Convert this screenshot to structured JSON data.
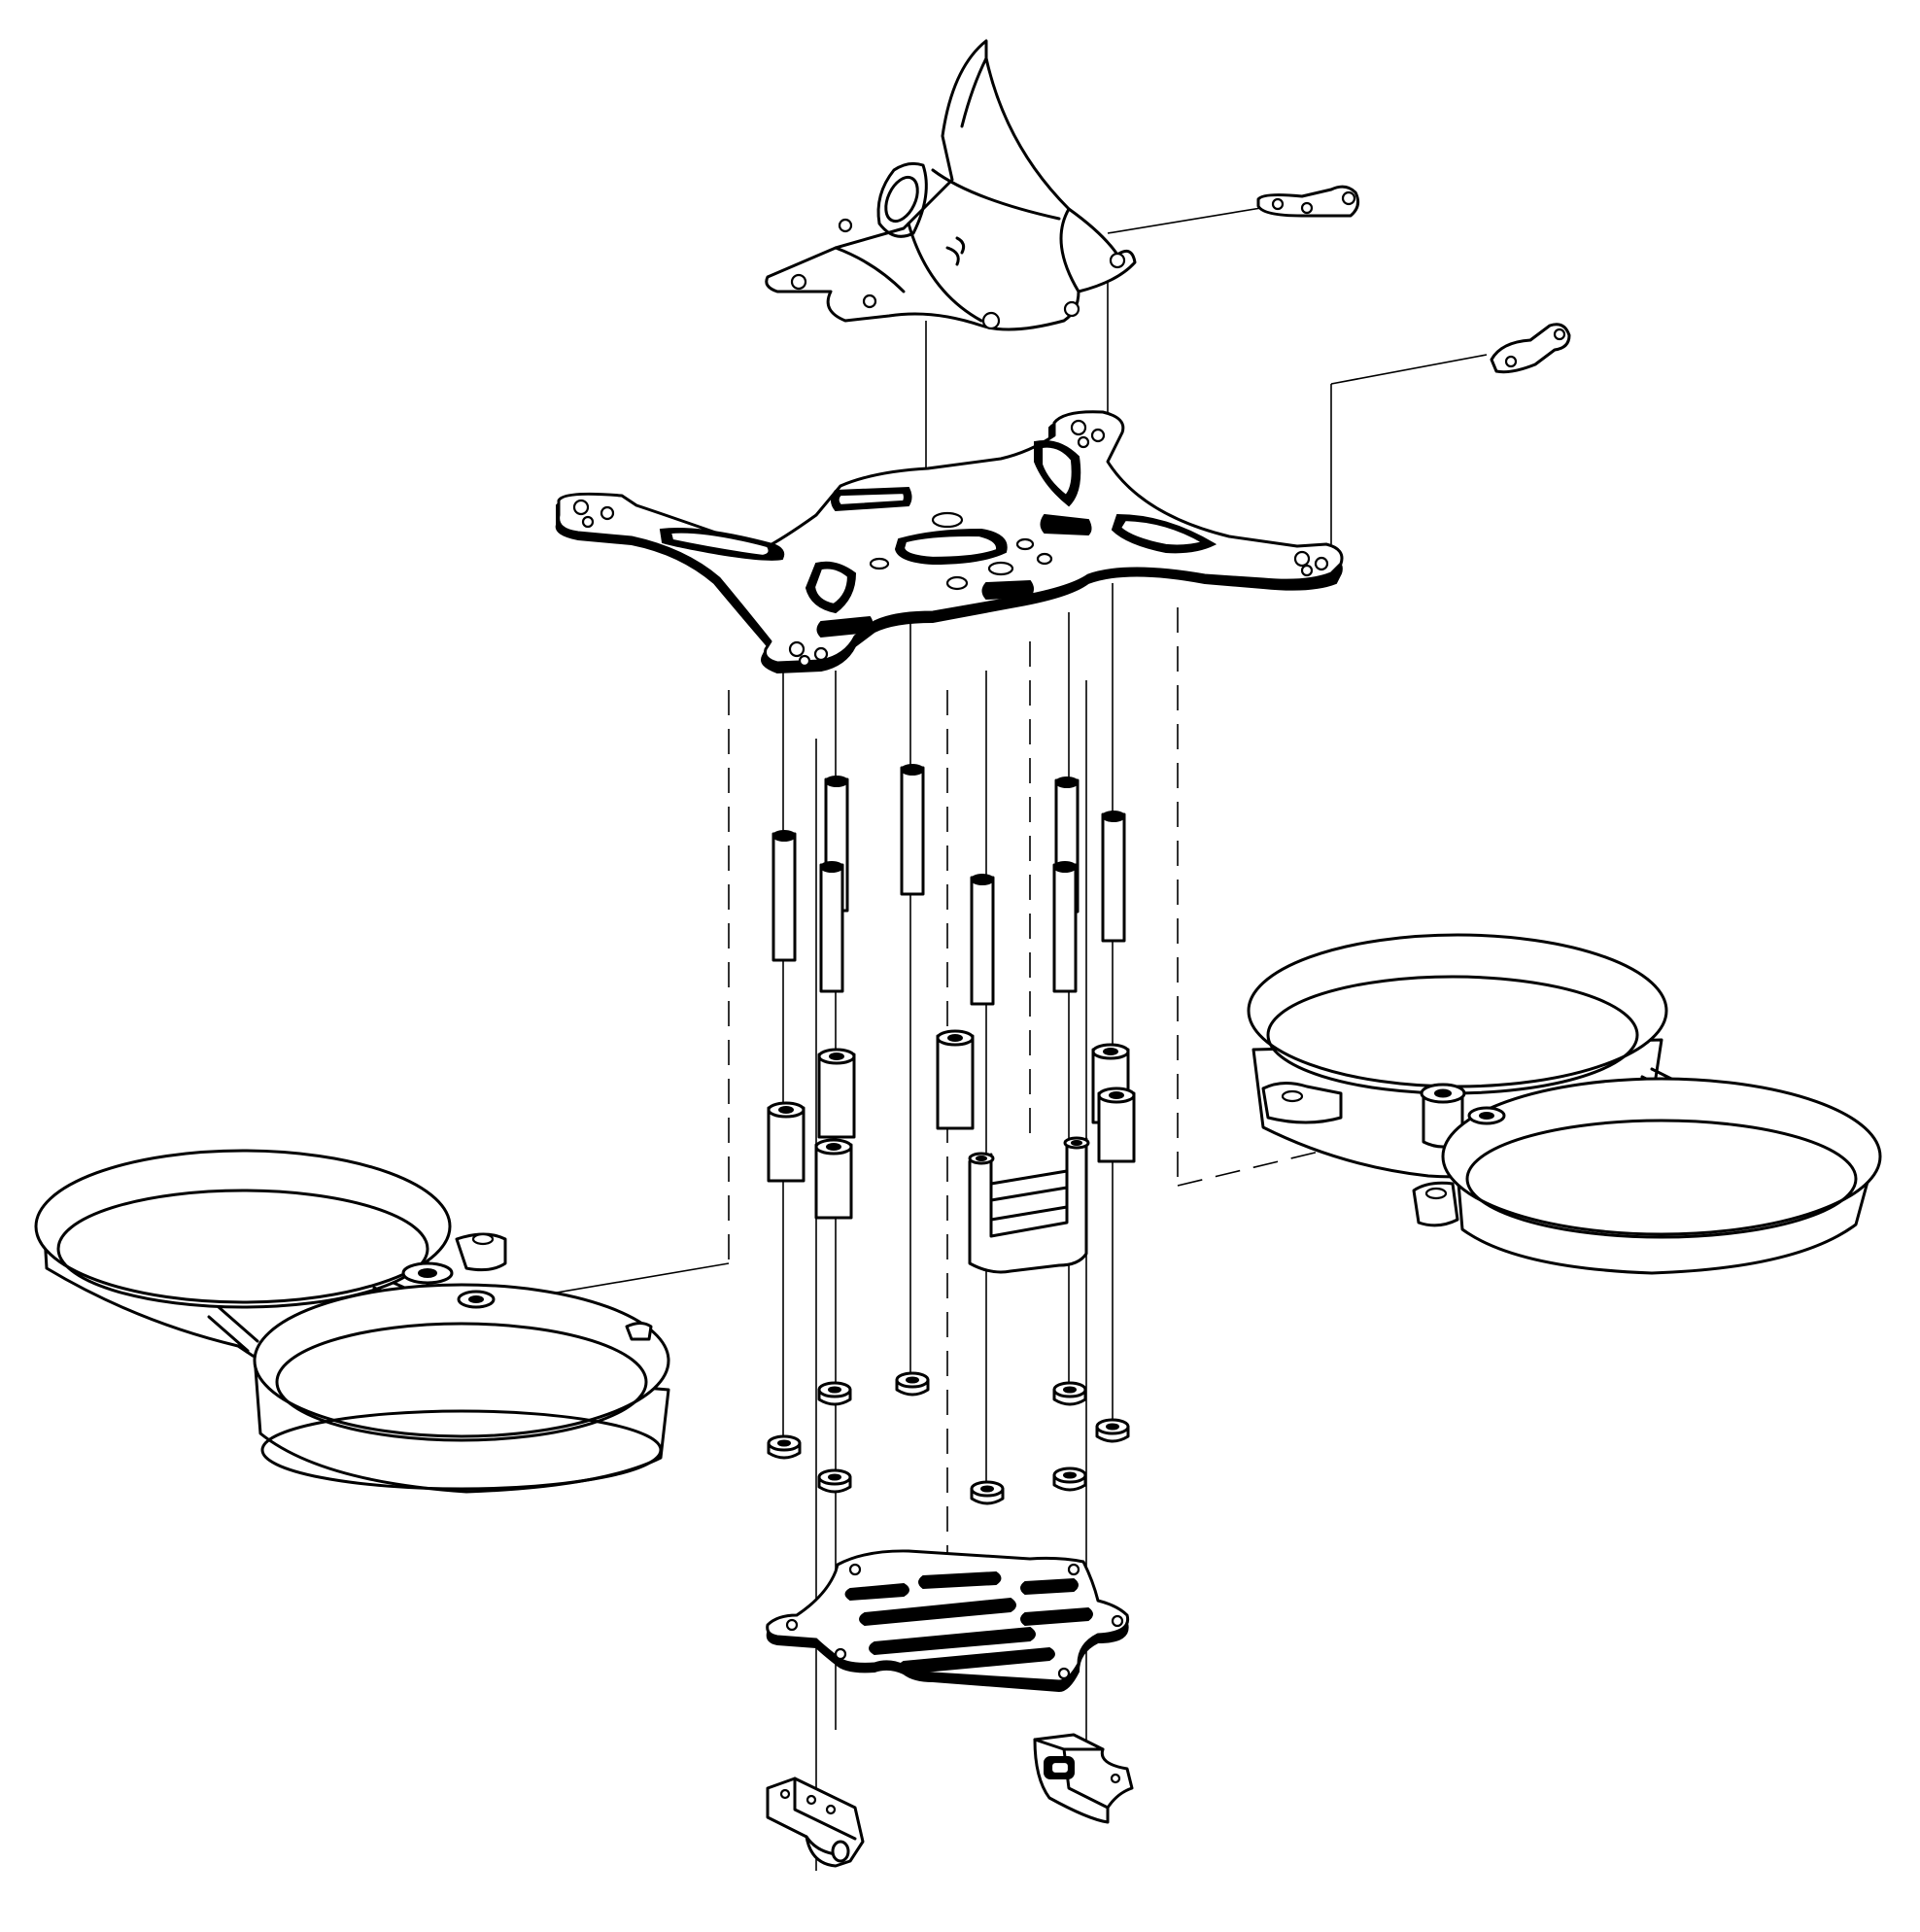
{
  "figure": {
    "kind": "exploded assembly line drawing",
    "background": "#ffffff",
    "ink": "#000000",
    "parts": [
      {
        "name": "canopy-mount",
        "count": 1
      },
      {
        "name": "side-tab-bracket",
        "count": 2
      },
      {
        "name": "top-frame-plate",
        "count": 1
      },
      {
        "name": "long-standoff",
        "count": 8
      },
      {
        "name": "short-standoff",
        "count": 6
      },
      {
        "name": "mounting-bracket",
        "count": 1
      },
      {
        "name": "spacer-washer",
        "count": 9
      },
      {
        "name": "bottom-plate",
        "count": 1
      },
      {
        "name": "landing-foot",
        "count": 2
      },
      {
        "name": "twin-propeller-guard",
        "count": 2
      }
    ]
  }
}
